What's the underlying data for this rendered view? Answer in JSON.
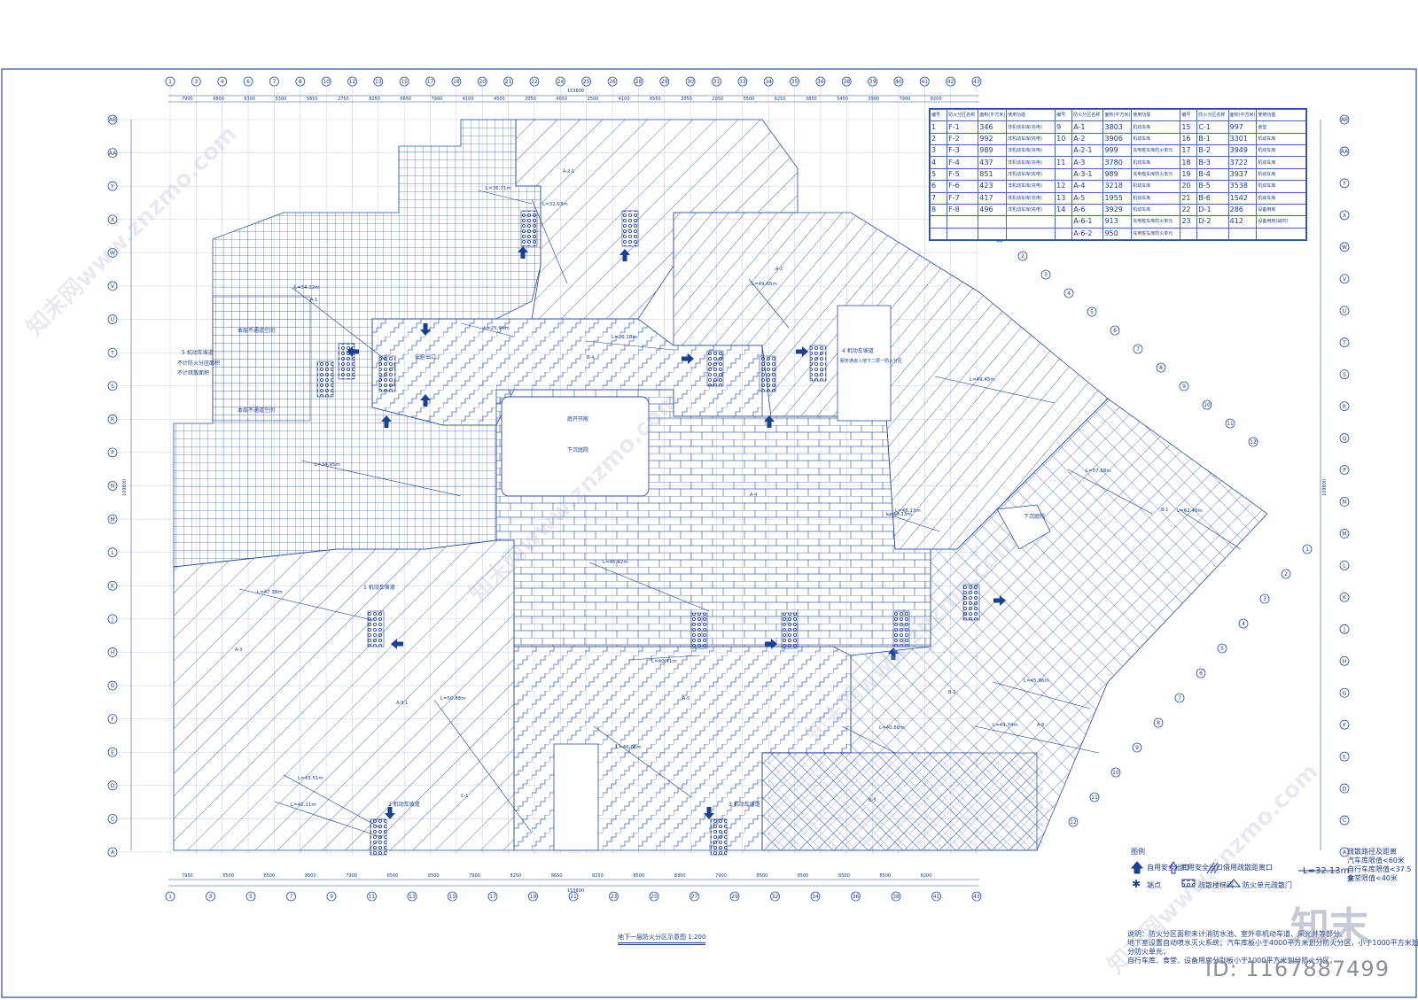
{
  "zone_table": {
    "headers": [
      "编号",
      "防火分区名称",
      "面积(平方米)",
      "使用功能",
      "编号",
      "防火分区名称",
      "面积(平方米)",
      "使用功能",
      "编号",
      "防火分区名称",
      "面积(平方米)",
      "使用功能"
    ],
    "rows": [
      [
        "1",
        "F-1",
        "346",
        "非机动车库(充电)",
        "9",
        "A-1",
        "3803",
        "机动车库",
        "15",
        "C-1",
        "997",
        "食堂"
      ],
      [
        "2",
        "F-2",
        "992",
        "非机动车库(充电)",
        "10",
        "A-2",
        "3906",
        "机动车库",
        "16",
        "B-1",
        "3301",
        "机动车库"
      ],
      [
        "3",
        "F-3",
        "989",
        "非机动车库(充电)",
        "",
        "A-2-1",
        "999",
        "充电桩车库防火单元",
        "17",
        "B-2",
        "3949",
        "机动车库"
      ],
      [
        "4",
        "F-4",
        "437",
        "非机动车库(充电)",
        "11",
        "A-3",
        "3780",
        "机动车库",
        "18",
        "B-3",
        "3722",
        "机动车库"
      ],
      [
        "5",
        "F-5",
        "851",
        "非机动车库(充电)",
        "",
        "A-3-1",
        "989",
        "充电桩车库防火单元",
        "19",
        "B-4",
        "3937",
        "机动车库"
      ],
      [
        "6",
        "F-6",
        "423",
        "非机动车库(充电)",
        "12",
        "A-4",
        "3218",
        "机动车库",
        "20",
        "B-5",
        "3538",
        "机动车库"
      ],
      [
        "7",
        "F-7",
        "417",
        "非机动车库(充电)",
        "13",
        "A-5",
        "1955",
        "机动车库",
        "21",
        "B-6",
        "1542",
        "机动车库"
      ],
      [
        "8",
        "F-8",
        "496",
        "非机动车库(充电)",
        "14",
        "A-6",
        "3929",
        "机动车库",
        "22",
        "D-1",
        "286",
        "设备用房"
      ],
      [
        "",
        "",
        "",
        "",
        "",
        "A-6-1",
        "913",
        "充电桩车库防火单元",
        "23",
        "D-2",
        "412",
        "设备用房(战时)"
      ],
      [
        "",
        "",
        "",
        "",
        "",
        "A-6-2",
        "950",
        "充电桩车库防火单元",
        "",
        "",
        "",
        ""
      ]
    ]
  },
  "axes": {
    "top": [
      "1",
      "3",
      "4",
      "6",
      "7",
      "8",
      "10",
      "12",
      "13",
      "15",
      "17",
      "18",
      "20",
      "21",
      "22",
      "24",
      "25",
      "26",
      "28",
      "29",
      "30",
      "31",
      "33",
      "34",
      "35",
      "36",
      "38",
      "39",
      "40",
      "41",
      "42",
      "43"
    ],
    "bottom": [
      "1",
      "3",
      "5",
      "7",
      "9",
      "11",
      "13",
      "15",
      "17",
      "19",
      "21",
      "23",
      "25",
      "27",
      "29",
      "32",
      "34",
      "36",
      "38",
      "41",
      "43"
    ],
    "left": [
      "AB",
      "AA",
      "Y",
      "X",
      "W",
      "V",
      "U",
      "T",
      "S",
      "R",
      "P",
      "N",
      "M",
      "L",
      "K",
      "J",
      "H",
      "G",
      "F",
      "E",
      "D",
      "C",
      "A"
    ],
    "right": [
      "AB",
      "AA",
      "Y",
      "X",
      "W",
      "V",
      "U",
      "T",
      "S",
      "R",
      "Q",
      "P",
      "N",
      "M",
      "L",
      "K",
      "J",
      "H",
      "G",
      "F",
      "E",
      "D",
      "C",
      "A"
    ],
    "top_dims": [
      "7900",
      "8800",
      "6300",
      "5300",
      "5850",
      "2750",
      "8250",
      "6650",
      "7900",
      "4100",
      "4500",
      "2050",
      "4050",
      "2500",
      "4100",
      "8550",
      "2050",
      "2050",
      "5500",
      "6250",
      "3850",
      "5450",
      "3900",
      "7900",
      "8200"
    ],
    "bottom_dims": [
      "7900",
      "8500",
      "8500",
      "8500",
      "7900",
      "8500",
      "8500",
      "7900",
      "8250",
      "8650",
      "8250",
      "8500",
      "8300",
      "7900",
      "8500",
      "8500",
      "8500",
      "8500",
      "8200"
    ],
    "top_total": "153800",
    "bottom_total": "153800",
    "left_total": "109800",
    "right_total": "109800"
  },
  "labels": {
    "courtyard": "庭开开敞",
    "sunken_plaza": "下沉庭院",
    "sunken_plaza_2": "下沉庭院",
    "safe_exit": "安全出口",
    "nonuse_area_1": "本层不通道空间",
    "nonuse_area_2": "本层不通道空间",
    "ramp_5": "5 机动车坡道",
    "ramp_5_note1": "不计防火分区面积",
    "ramp_5_note2": "不计疏散面积",
    "ramp_1": "1 机动车坡道",
    "ramp_2": "2 机动车坡道",
    "ramp_3": "3 机动车坡道",
    "ramp_4": "4 机动车坡道",
    "ramp_4_note": "服务通道入地下二层一防火分区"
  },
  "distances": [
    "L=36.71m",
    "L=32.63m",
    "L=49.65m",
    "L=34.12m",
    "L=25.96m",
    "L=26.18m",
    "L=49.45m",
    "L=34.95m",
    "L=48.13m",
    "L=45.42m",
    "L=47.38m",
    "L=50.88m",
    "L=40.41m",
    "L=49.66m",
    "L=45.96m",
    "L=40.80m",
    "L=49.74m",
    "L=43.51m",
    "L=42.11m",
    "L=57.68m",
    "L=62.48m",
    "L=48.13m"
  ],
  "zone_tags": [
    "A-2-1",
    "A-2",
    "A-1",
    "B-1",
    "B-2",
    "B-3",
    "B-4",
    "A-4",
    "A-3",
    "A-3-1",
    "A-5",
    "A-6",
    "C-1"
  ],
  "legend": {
    "title": "图例",
    "self_exit": "自用安全出口",
    "shared_exit": "共用安全出口",
    "borrow_exit": "借用疏散距离口",
    "endpoint": "端点",
    "stair": "疏散楼梯间",
    "fire_door": "防火单元疏散门",
    "sample_distance": "L=32.13m",
    "dist_title": "疏散路径及距离",
    "limit1": "汽车库限值<60米",
    "limit2": "自行车库限值<37.5米",
    "limit3": "食堂限值<40米"
  },
  "notes": [
    "说明：防火分区面积未计消防水池、室外非机动车道、采光井等部分。",
    "地下室设置自动喷水灭火系统；汽车库板小于4000平方米划分防火分区，小于1000平方米划分防火单元；",
    "自行车库、食堂、设备用房分别板小于1000平方米划分防火分区。"
  ],
  "caption": "地下一层防火分区示意图  1:200",
  "watermark": "知末网www.znzmo.com",
  "brand": "知末",
  "id_text": "ID: 1167887499",
  "colors": {
    "line": "#2c4d9e",
    "ink": "#1d3c8c",
    "fill_dark": "#1a3f95",
    "hatch": "#3a5db5"
  }
}
